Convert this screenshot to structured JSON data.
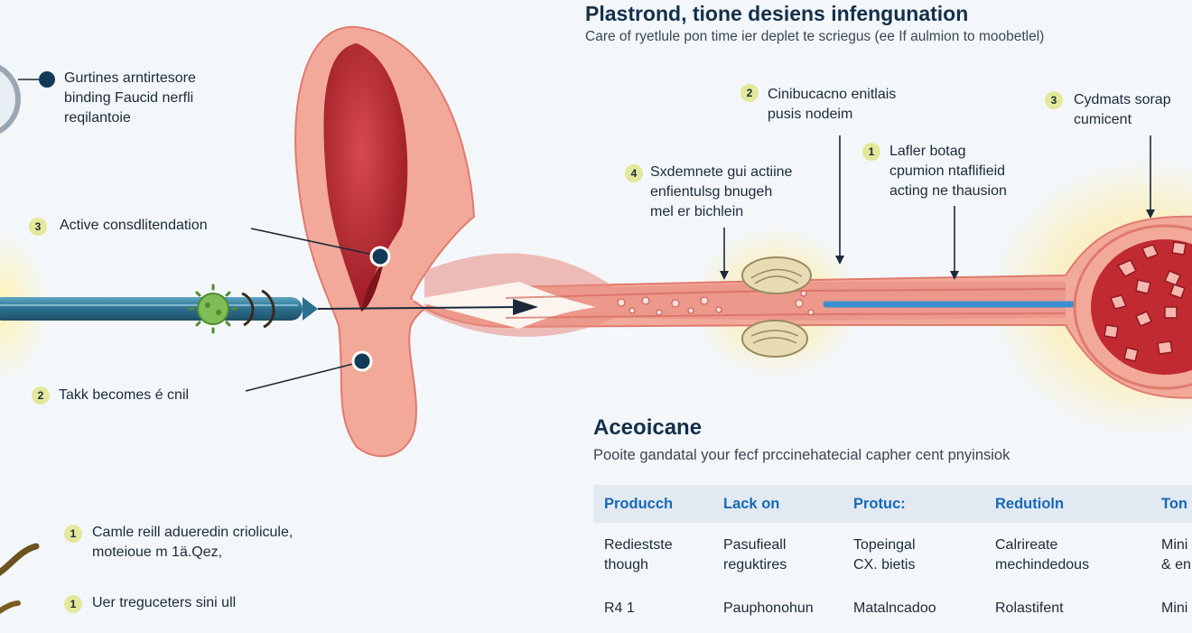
{
  "header": {
    "title": "Plastrond, tione desiens infengunation",
    "subtitle": "Care of ryetlule pon time ier deplet te scriegus (ee If aulmion to moobetlel)"
  },
  "callouts": [
    {
      "marker": "",
      "text": "Gurtines arntirtesore\nbinding Faucid nerfli\nreqilantoie"
    },
    {
      "marker": "3",
      "text": "Active consdlitendation"
    },
    {
      "marker": "2",
      "text": "Takk becomes é cnil"
    },
    {
      "marker": "1",
      "text": "Camle reill adueredin criolicule,\nmoteioue m 1ä.Qez,"
    },
    {
      "marker": "1",
      "text": "Uer treguceters sini ull"
    },
    {
      "marker": "4",
      "text": "Sxdemnete gui actiine\nenfientulsg bnugeh\nmel er bichlein"
    },
    {
      "marker": "2",
      "text": "Cinibucacno enitlais\npusis nodeim"
    },
    {
      "marker": "1",
      "text": "Lafler botag\ncpumion ntaflifieid\nacting ne thausion"
    },
    {
      "marker": "3",
      "text": "Cydmats sorap\ncumicent"
    }
  ],
  "tube_label": "Ribfns",
  "section": {
    "title": "Aceoicane",
    "subtitle": "Pooite gandatal your fecf prccinehatecial capher cent pnyinsiok"
  },
  "table": {
    "headers": [
      "Producch",
      "Lack on",
      "Protuc:",
      "Redutioln",
      "Ton"
    ],
    "rows": [
      [
        "Rediestste\nthough",
        "Pasufieall\nreguktires",
        "Topeingal\nCX. bietis",
        "Calrireate\nmechindedous",
        "Mini\n& en"
      ],
      [
        "R4 1",
        "Pauphonohun",
        "Matalncadoo",
        "Rolastifent",
        "Mini"
      ]
    ]
  },
  "colors": {
    "ear_outer": "#f2a99a",
    "ear_inner": "#c2262f",
    "tube": "#2c6f8e",
    "microbe": "#6fb34a",
    "marker_badge": "#e3e89a",
    "marker_dot": "#143a57",
    "table_header_text": "#1669b8",
    "glow": "#ffe27a"
  },
  "icons": [
    "microbe-icon",
    "coiled-tube-icon",
    "magnifier-lens-icon",
    "arrow-icon",
    "marker-dot-icon"
  ]
}
